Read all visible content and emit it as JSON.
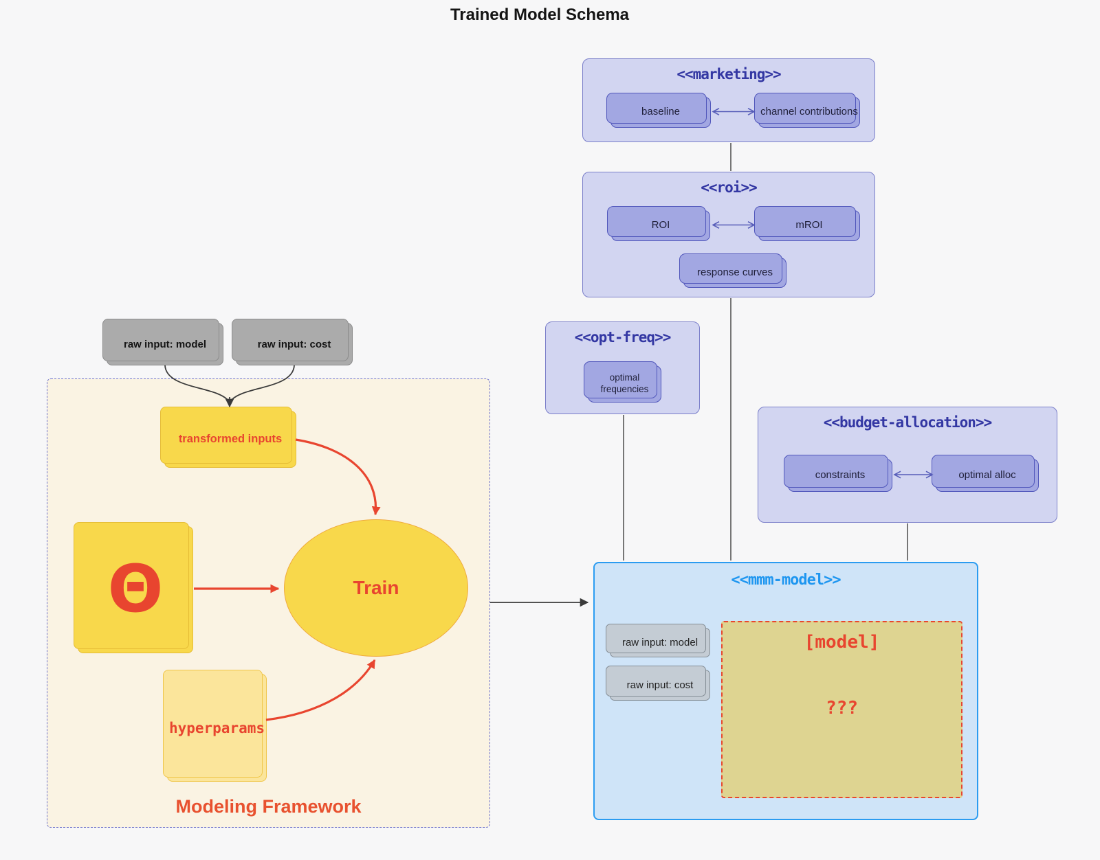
{
  "title": "Trained Model Schema",
  "marketing": {
    "title": "<<marketing>>",
    "baseline": "baseline",
    "channel_contributions": "channel contributions"
  },
  "roi": {
    "title": "<<roi>>",
    "roi": "ROI",
    "mroi": "mROI",
    "response_curves": "response curves"
  },
  "opt_freq": {
    "title": "<<opt-freq>>",
    "optimal_frequencies": "optimal frequencies"
  },
  "budget_allocation": {
    "title": "<<budget-allocation>>",
    "constraints": "constraints",
    "optimal_alloc": "optimal alloc"
  },
  "mmm_model": {
    "title": "<<mmm-model>>",
    "raw_input_model": "raw input: model",
    "raw_input_cost": "raw input: cost",
    "model_placeholder": "[model]",
    "unknown_contents": "???"
  },
  "modeling_framework": {
    "label": "Modeling Framework",
    "raw_input_model": "raw input: model",
    "raw_input_cost": "raw input: cost",
    "transformed_inputs": "transformed inputs",
    "theta": "Θ",
    "train": "Train",
    "hyperparams": "hyperparams"
  },
  "colors": {
    "red_accent": "#e8452f",
    "purple_title": "#3337a3",
    "blue_title": "#1e96f0",
    "container_purple": "#d2d5f1",
    "node_purple": "#a2a7e2",
    "mmm_blue": "#cfe4f8",
    "khaki_model": "#ded491",
    "yellow_node": "#f8d84b",
    "framework_cream": "#faf3e3",
    "gray_node": "#ababab"
  }
}
